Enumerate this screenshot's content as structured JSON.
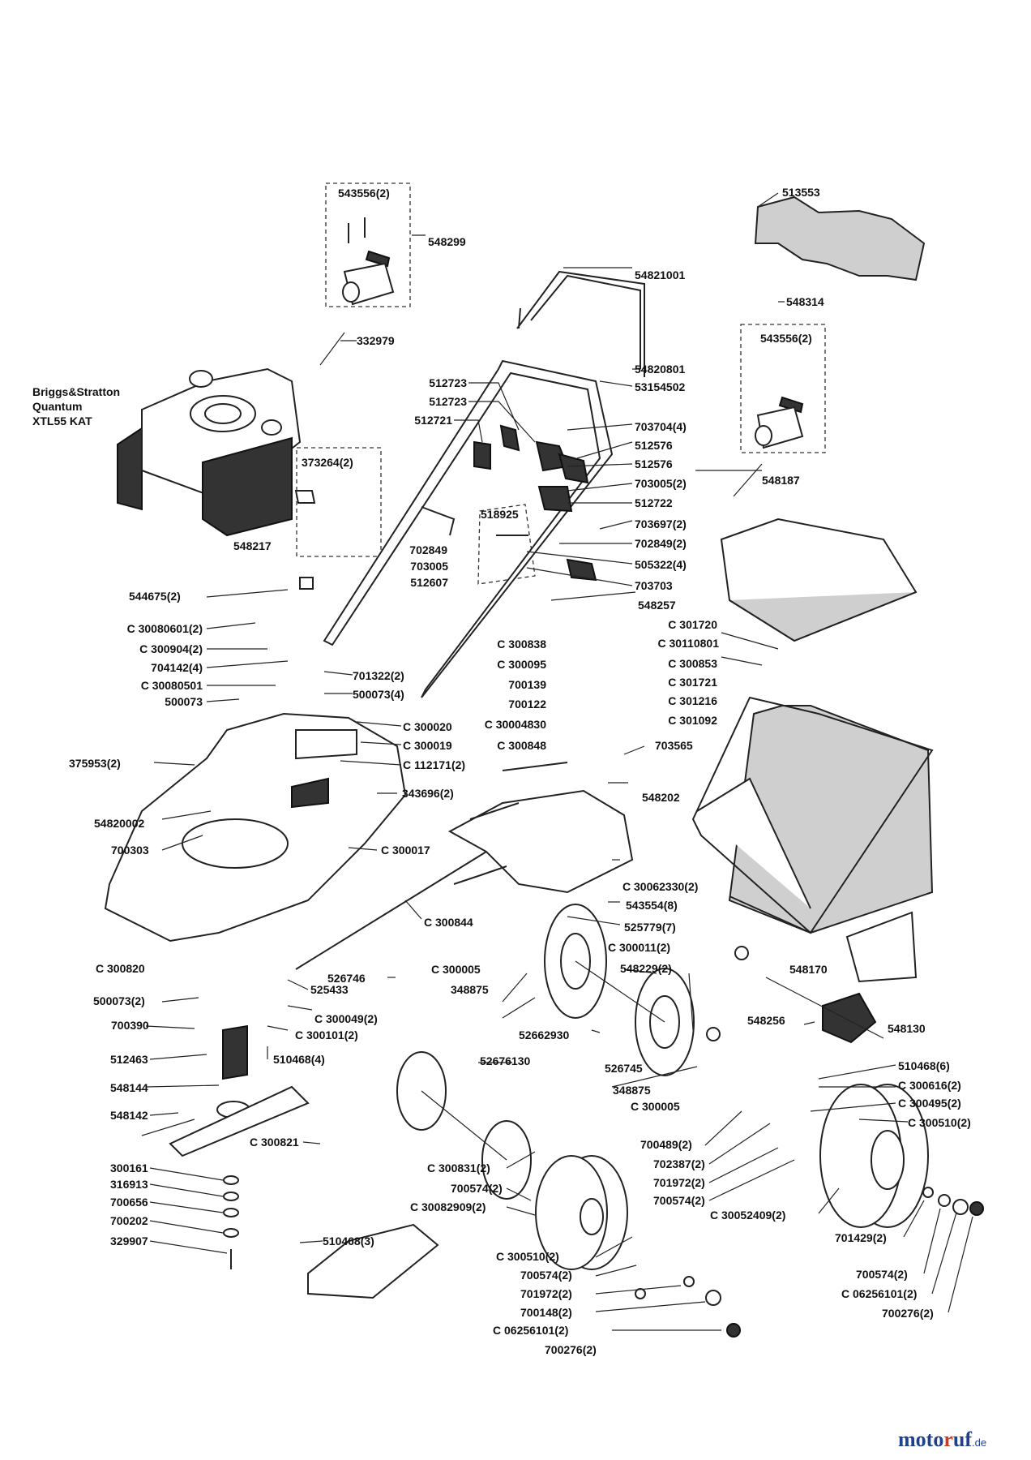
{
  "engine_label": [
    "Briggs&Stratton",
    "Quantum",
    "XTL55 KAT"
  ],
  "labels": {
    "L543556a": "543556(2)",
    "L548299": "548299",
    "L332979": "332979",
    "L513553": "513553",
    "L54821001": "54821001",
    "L548314": "548314",
    "L543556b": "543556(2)",
    "L54820801": "54820801",
    "L53154502": "53154502",
    "L512723a": "512723",
    "L512723b": "512723",
    "L512721": "512721",
    "L703704": "703704(4)",
    "L512576a": "512576",
    "L512576b": "512576",
    "L703005a": "703005(2)",
    "L512722": "512722",
    "L548187": "548187",
    "L703697": "703697(2)",
    "L702849a": "702849(2)",
    "L373264": "373264(2)",
    "L518925": "518925",
    "L702849b": "702849",
    "L703005b": "703005",
    "L512607": "512607",
    "L505322": "505322(4)",
    "L703703": "703703",
    "L548257": "548257",
    "L548217": "548217",
    "L544675": "544675(2)",
    "LC30080601": "C 30080601(2)",
    "LC300904": "C 300904(2)",
    "L704142": "704142(4)",
    "LC30080501": "C 30080501",
    "L500073a": "500073",
    "L701322": "701322(2)",
    "L500073b": "500073(4)",
    "LC300838": "C 300838",
    "LC300095": "C 300095",
    "L700139": "700139",
    "L700122": "700122",
    "LC301720": "C 301720",
    "LC30110801": "C 30110801",
    "LC300853": "C 300853",
    "LC301721": "C 301721",
    "LC301216": "C 301216",
    "LC301092": "C 301092",
    "LC300020": "C 300020",
    "LC300019": "C 300019",
    "LC112171": "C 112171(2)",
    "LC30004830": "C 30004830",
    "LC300848": "C 300848",
    "L703565": "703565",
    "L375953": "375953(2)",
    "L343696": "343696(2)",
    "L548202": "548202",
    "L54820002": "54820002",
    "L700303": "700303",
    "LC300017": "C 300017",
    "LC30062330": "C 30062330(2)",
    "L543554": "543554(8)",
    "LC300844": "C 300844",
    "L525779": "525779(7)",
    "LC300011": "C 300011(2)",
    "L548229": "548229(2)",
    "LC300005a": "C 300005",
    "L348875a": "348875",
    "L526746": "526746",
    "LC300820": "C 300820",
    "L525433": "525433",
    "L548170": "548170",
    "L500073c": "500073(2)",
    "LC300049": "C 300049(2)",
    "L700390": "700390",
    "LC300101": "C 300101(2)",
    "L52662930": "52662930",
    "L548256": "548256",
    "L548130": "548130",
    "L512463": "512463",
    "L510468a": "510468(4)",
    "L52676130": "52676130",
    "L510468b": "510468(6)",
    "L548144": "548144",
    "L526745": "526745",
    "LC300616": "C 300616(2)",
    "L348875b": "348875",
    "LC300495": "C 300495(2)",
    "LC300005b": "C 300005",
    "LC300510a": "C 300510(2)",
    "L548142": "548142",
    "LC300821": "C 300821",
    "L700489": "700489(2)",
    "L702387": "702387(2)",
    "LC300831": "C 300831(2)",
    "L701972a": "701972(2)",
    "L300161": "300161",
    "L700574a": "700574(2)",
    "L316913": "316913",
    "L700656": "700656",
    "LC30082909": "C 30082909(2)",
    "LC30052409": "C 30052409(2)",
    "L700202": "700202",
    "L510468c": "510468(3)",
    "L329907": "329907",
    "LC300510b": "C 300510(2)",
    "L701429": "701429(2)",
    "L700574b": "700574(2)",
    "L700574c": "700574(2)",
    "L701972b": "701972(2)",
    "L700148": "700148(2)",
    "LC06256101a": "C 06256101(2)",
    "LC06256101b": "C 06256101(2)",
    "L700276a": "700276(2)",
    "L700276b": "700276(2)"
  },
  "watermark": {
    "prefix": "moto",
    "mark": "r",
    "suffix": "uf",
    "domain": ".de"
  }
}
